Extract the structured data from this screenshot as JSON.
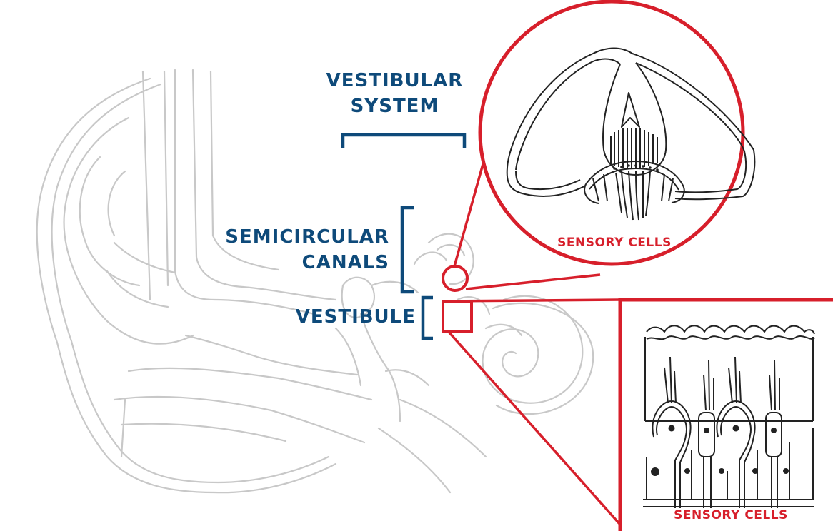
{
  "labels": {
    "vestibular_system": [
      "VESTIBULAR",
      "SYSTEM"
    ],
    "semicircular_canals": [
      "SEMICIRCULAR",
      "CANALS"
    ],
    "vestibule": "VESTIBULE",
    "sensory_cells_circle": "SENSORY CELLS",
    "sensory_cells_box": "SENSORY CELLS"
  },
  "colors": {
    "label_blue": "#0e4a7a",
    "highlight_red": "#d71f2b",
    "sketch_gray": "#c8c8c8",
    "ink": "#222222"
  }
}
